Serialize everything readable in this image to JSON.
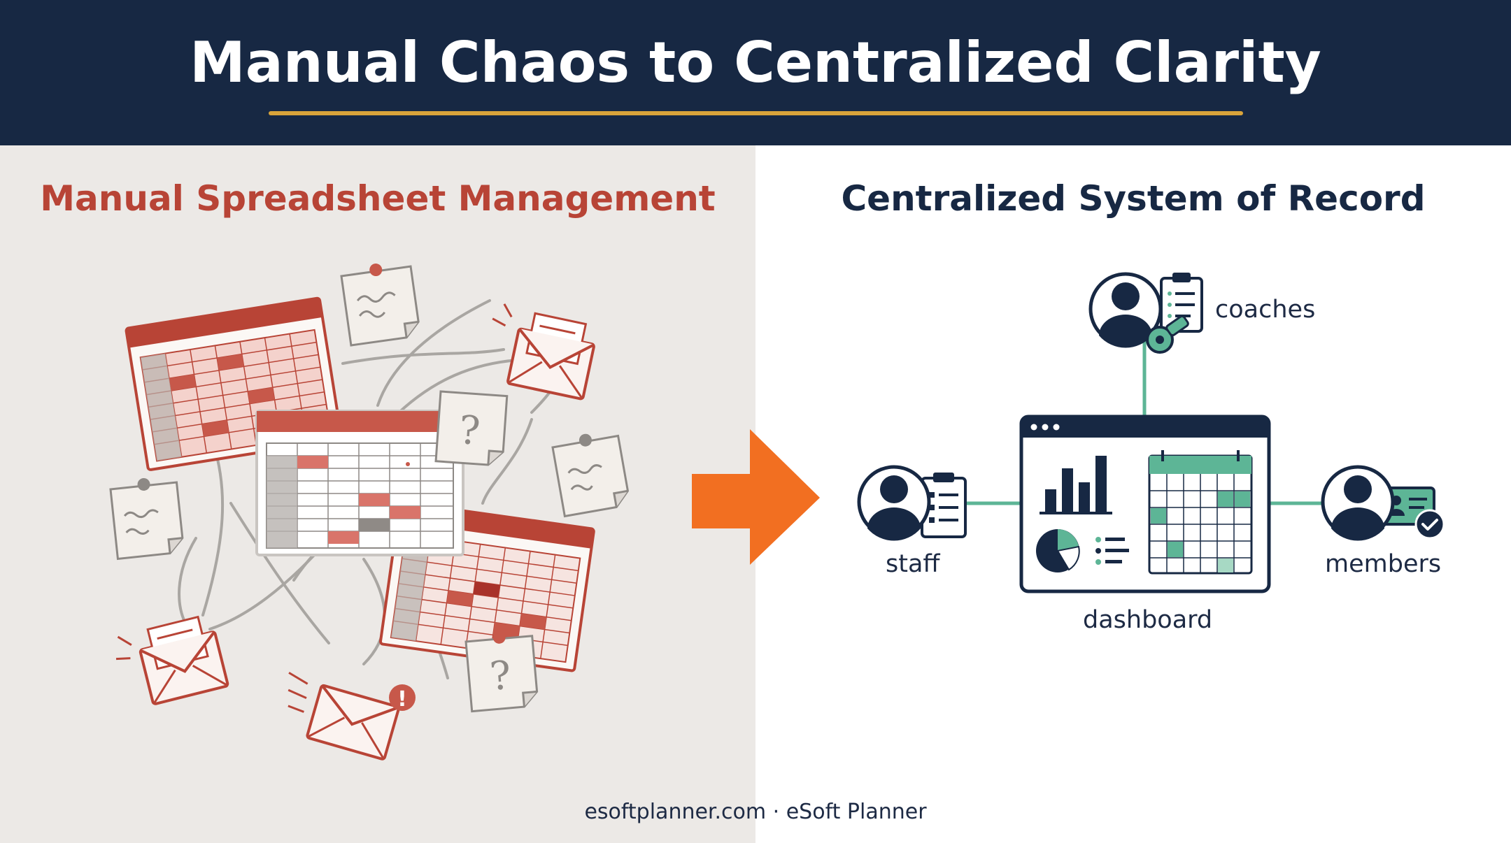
{
  "header": {
    "title": "Manual Chaos to Centralized Clarity"
  },
  "left": {
    "heading": "Manual Spreadsheet Management",
    "question_mark": "?",
    "alert_mark": "!"
  },
  "right": {
    "heading": "Centralized System of Record",
    "nodes": {
      "coaches": "coaches",
      "staff": "staff",
      "members": "members",
      "dashboard": "dashboard"
    }
  },
  "footer": {
    "text": "esoftplanner.com · eSoft Planner"
  },
  "colors": {
    "navy": "#172843",
    "gold": "#d9a43a",
    "red": "#b84436",
    "orange": "#f26f21",
    "teal": "#5db596"
  }
}
